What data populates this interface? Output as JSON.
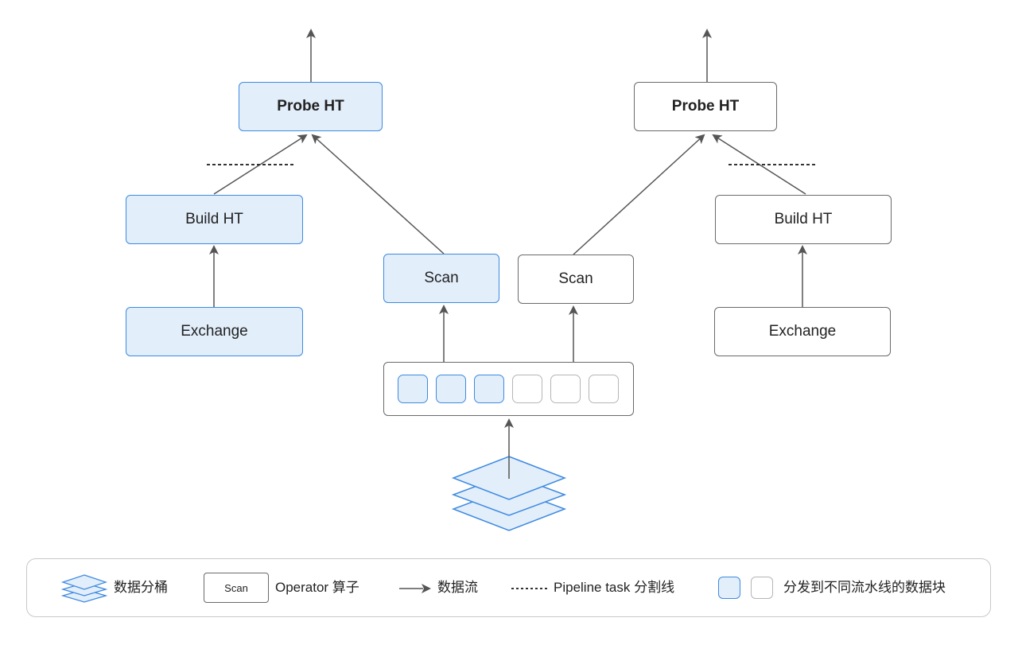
{
  "diagram": {
    "left_pipeline": {
      "probe": "Probe HT",
      "build": "Build HT",
      "exchange": "Exchange",
      "scan": "Scan"
    },
    "right_pipeline": {
      "probe": "Probe HT",
      "build": "Build HT",
      "exchange": "Exchange",
      "scan": "Scan"
    },
    "data_chunks": [
      "blue",
      "blue",
      "blue",
      "plain",
      "plain",
      "plain"
    ]
  },
  "legend": {
    "bucket_label": "数据分桶",
    "operator_sample": "Scan",
    "operator_label": "Operator 算子",
    "flow_label": "数据流",
    "pipeline_label": "Pipeline task 分割线",
    "chunk_label": "分发到不同流水线的数据块"
  },
  "colors": {
    "accent_blue": "#3d8ae0",
    "fill_blue": "#e3eefb",
    "border_gray": "#6a6a6a",
    "arrow_gray": "#555555"
  }
}
